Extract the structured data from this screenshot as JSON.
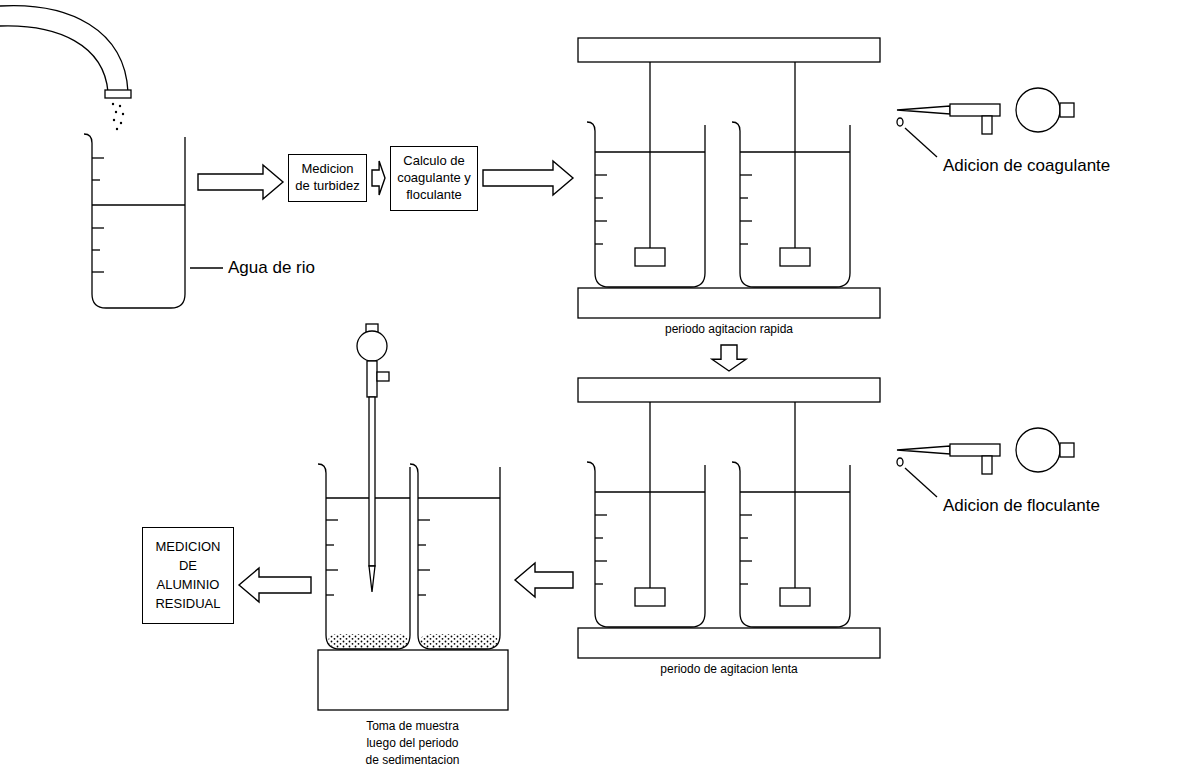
{
  "diagram": {
    "nodes": [
      {
        "text": [
          "Agua de rio"
        ]
      },
      {
        "text": [
          "Medicion de turbidez"
        ]
      },
      {
        "text": [
          "Calculo de coagulante y floculante"
        ]
      },
      {
        "text": [
          "periodo agitacion rapida"
        ]
      },
      {
        "text": [
          "periodo de agitacion lenta"
        ]
      },
      {
        "text": [
          "Toma de muestra luego del periodo de sedimentacion"
        ]
      },
      {
        "text": [
          "MEDICION DE ALUMINIO RESIDUAL"
        ]
      }
    ],
    "edges": [
      {
        "from": 0,
        "to": 1,
        "arrow": "to"
      },
      {
        "from": 1,
        "to": 2,
        "arrow": "to"
      },
      {
        "from": 2,
        "to": 3,
        "arrow": "to"
      },
      {
        "from": 3,
        "to": 4,
        "arrow": "to"
      },
      {
        "from": 4,
        "to": 5,
        "arrow": "to"
      },
      {
        "from": 5,
        "to": 6,
        "arrow": "to"
      }
    ],
    "labels": [
      "Adicion de coagulante",
      "Adicion de floculante"
    ]
  }
}
